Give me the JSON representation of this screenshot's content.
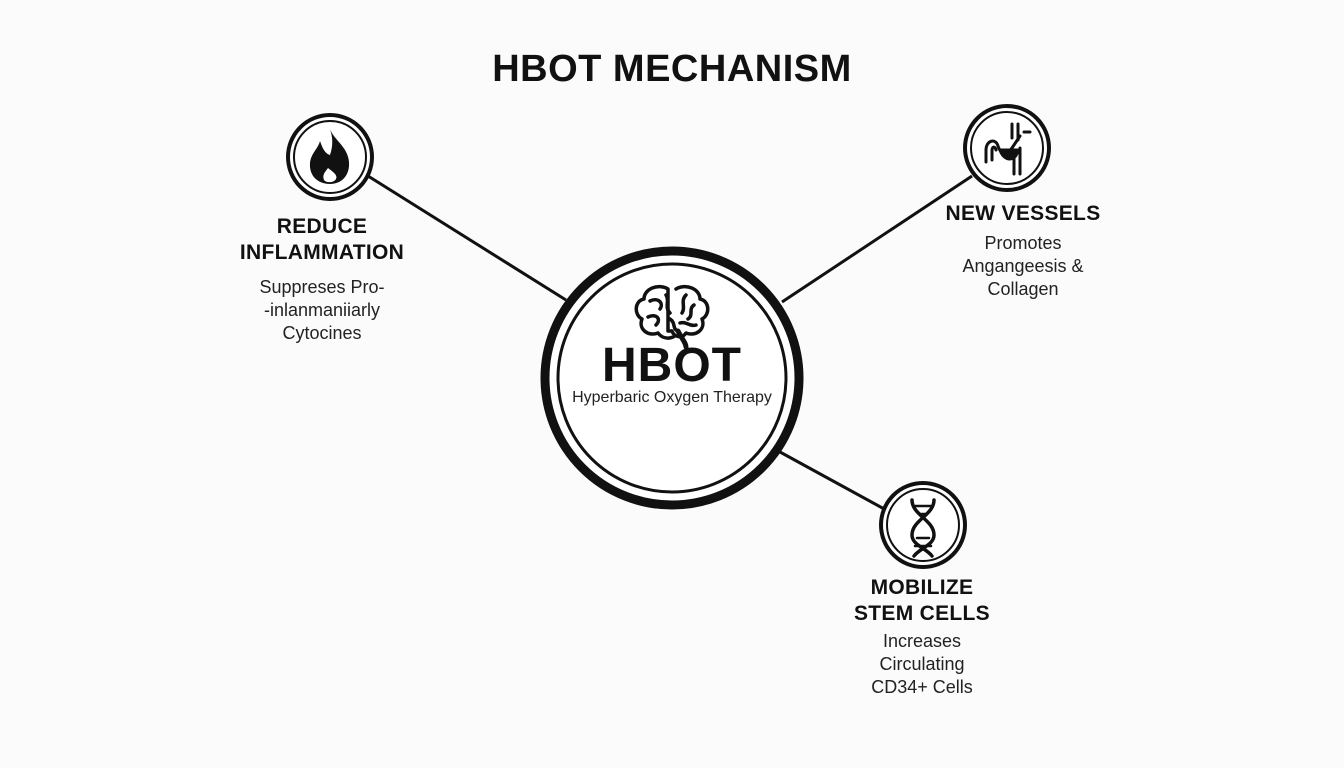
{
  "title": "HBOT MECHANISM",
  "center": {
    "label": "HBOT",
    "subtitle": "Hyperbaric Oxygen Therapy",
    "icon": "brain-icon"
  },
  "nodes": {
    "inflammation": {
      "title": "REDUCE\nINFLAMMATION",
      "description": "Suppreses Pro-\n-inlanmaniiarly\nCytocines",
      "icon": "flame-icon"
    },
    "vessels": {
      "title": "NEW VESSELS",
      "description": "Promotes\nAngangeesis &\nCollagen",
      "icon": "blood-vessel-icon"
    },
    "stem_cells": {
      "title": "MOBILIZE\nSTEM CELLS",
      "description": "Increases\nCirculating\nCD34+ Cells",
      "icon": "dna-icon"
    }
  }
}
